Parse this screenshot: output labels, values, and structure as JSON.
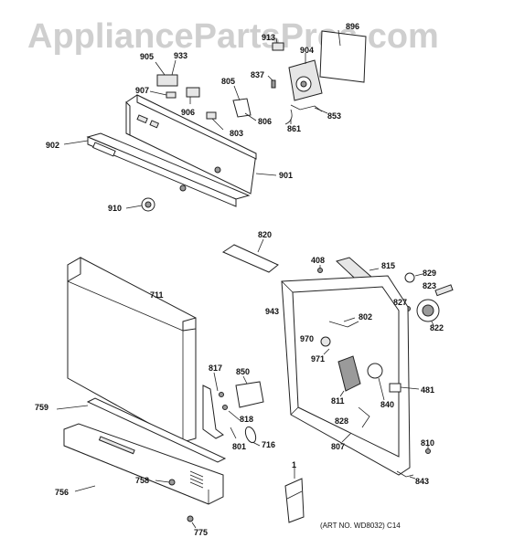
{
  "watermark": "AppliancePartsPros.com",
  "art_number": "(ART NO. WD8032) C14",
  "labels": {
    "l896": "896",
    "l913": "913",
    "l904": "904",
    "l905": "905",
    "l933": "933",
    "l837": "837",
    "l805": "805",
    "l907": "907",
    "l906": "906",
    "l853": "853",
    "l806": "806",
    "l861": "861",
    "l803": "803",
    "l902": "902",
    "l901": "901",
    "l910": "910",
    "l820": "820",
    "l408": "408",
    "l815": "815",
    "l829": "829",
    "l823": "823",
    "l711": "711",
    "l943": "943",
    "l827": "827",
    "l802": "802",
    "l822": "822",
    "l970": "970",
    "l971": "971",
    "l850": "850",
    "l817": "817",
    "l481": "481",
    "l811": "811",
    "l840": "840",
    "l759": "759",
    "l818": "818",
    "l828": "828",
    "l716": "716",
    "l801": "801",
    "l807": "807",
    "l810": "810",
    "l758": "758",
    "l756": "756",
    "l843": "843",
    "l1": "1",
    "l775": "775"
  }
}
